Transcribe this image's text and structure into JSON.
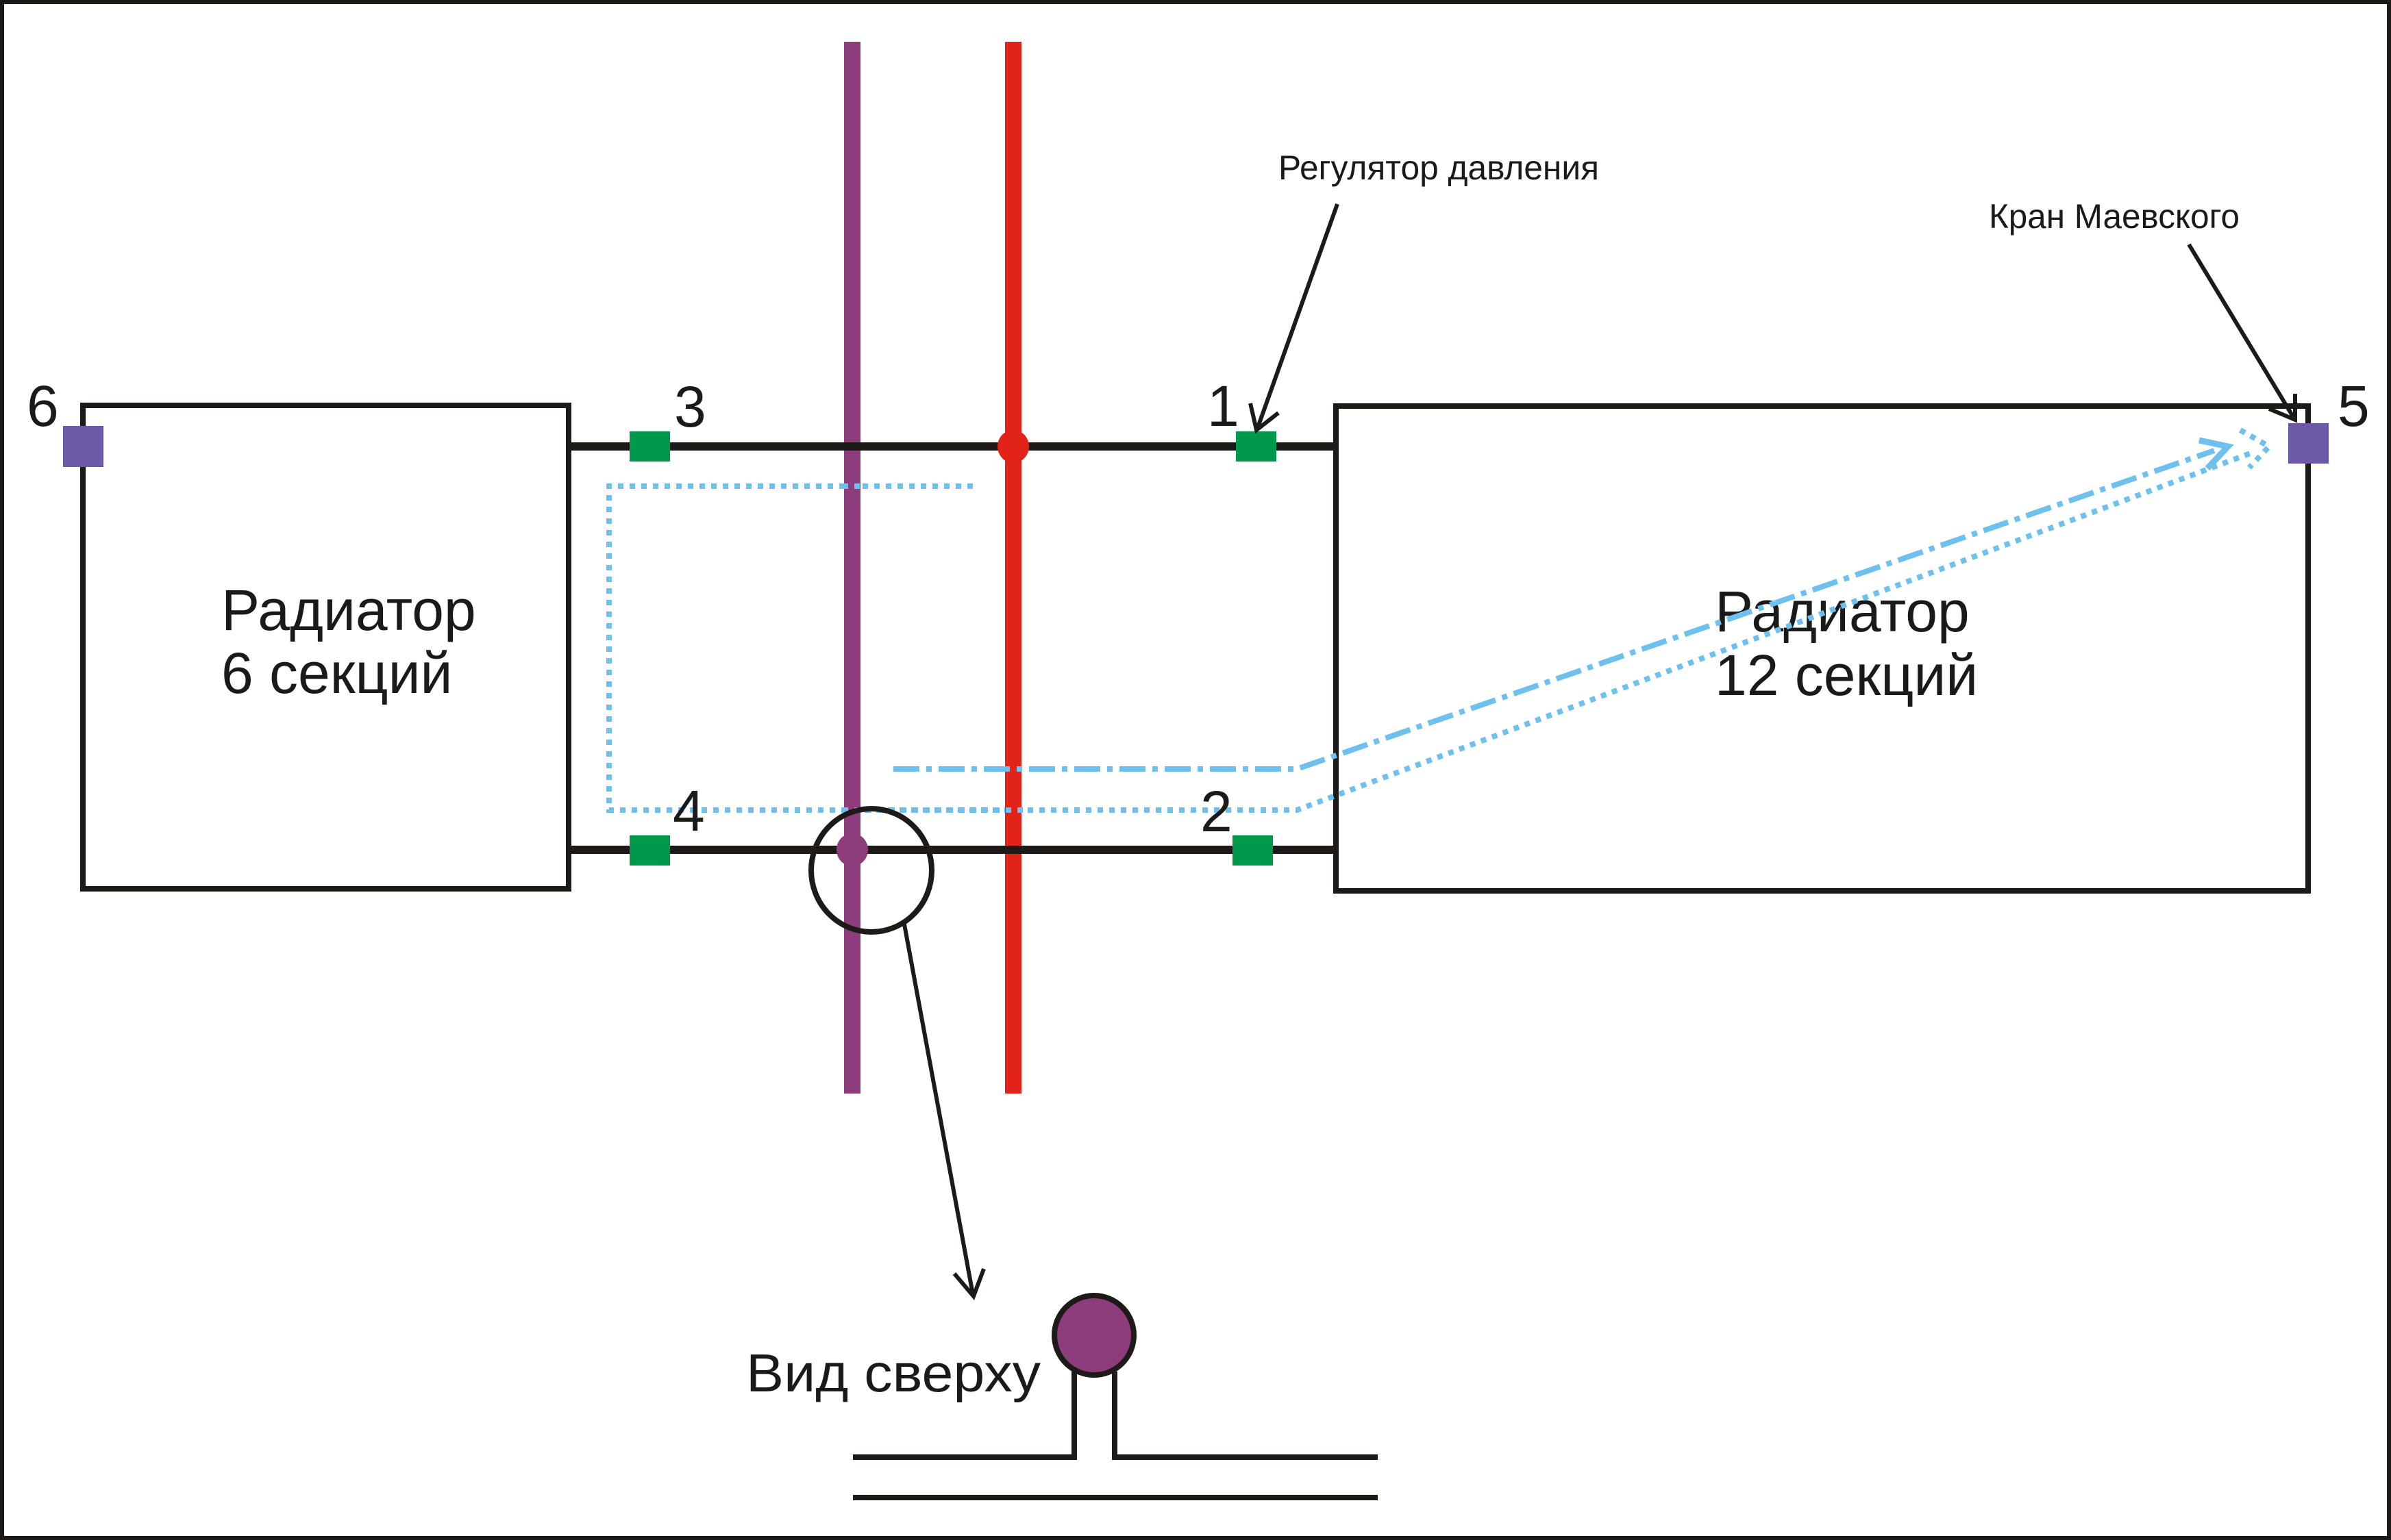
{
  "diagram": {
    "radiator_left": {
      "title": "Радиатор",
      "subtitle": "6 секций"
    },
    "radiator_right": {
      "title": "Радиатор",
      "subtitle": "12 секций"
    },
    "point_labels": [
      "1",
      "2",
      "3",
      "4",
      "5",
      "6"
    ],
    "callouts": {
      "pressure_regulator": "Регулятор давления",
      "mayevsky_valve": "Кран Маевского",
      "top_view": "Вид сверху"
    },
    "colors": {
      "supply_riser": "#e2231a",
      "return_riser": "#8e3d7c",
      "valve": "#00984a",
      "air_valve": "#6c5aa8",
      "flow_path": "#6ec1ee",
      "pipe": "#1e1a18"
    }
  }
}
